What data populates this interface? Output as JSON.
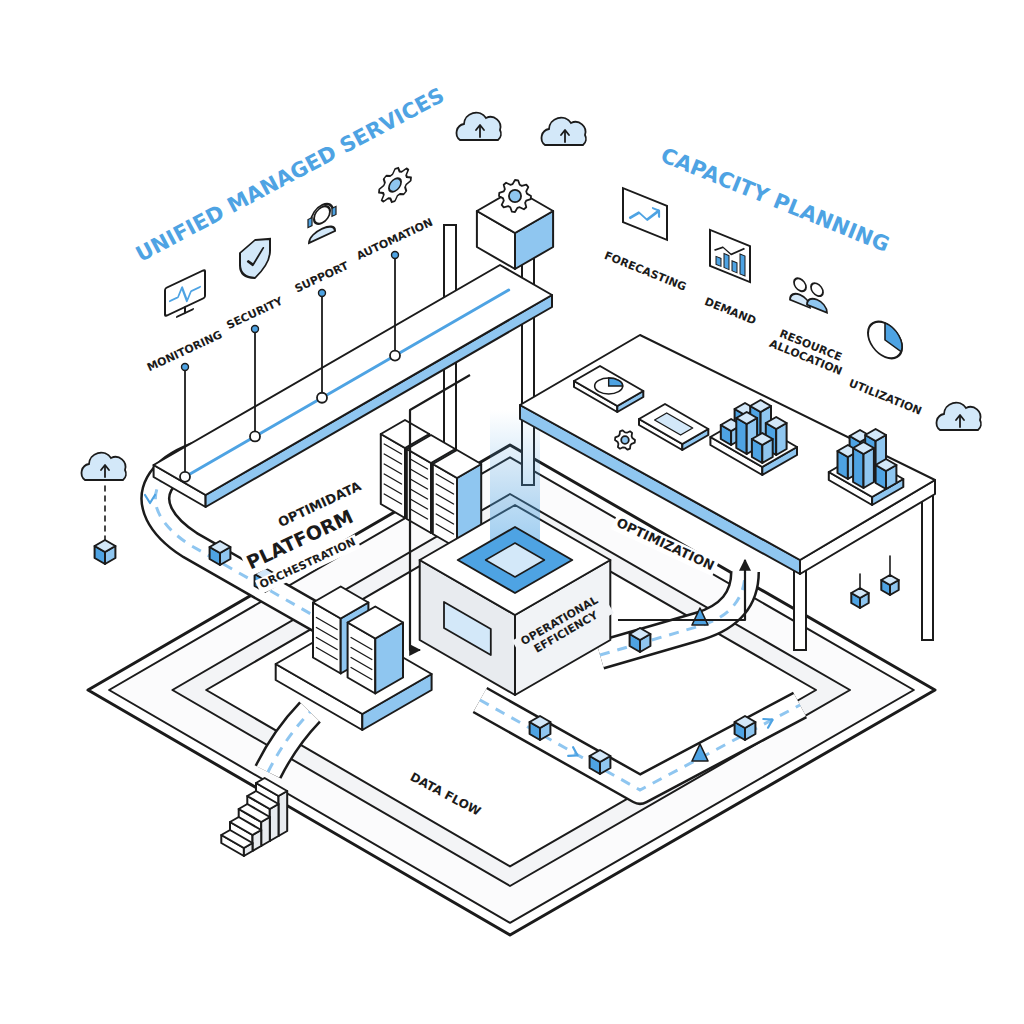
{
  "diagram": {
    "nodes": [
      {
        "text": [
          "UNIFIED MANAGED SERVICES"
        ]
      },
      {
        "text": [
          "CAPACITY PLANNING"
        ]
      },
      {
        "text": [
          "OPERATIONAL EFFICIENCY"
        ]
      }
    ],
    "edges": [
      {
        "from": 0,
        "to": 2,
        "arrow": "to"
      },
      {
        "from": 2,
        "to": 1,
        "label": "OPTIMIZATION",
        "arrow": "to"
      }
    ],
    "labels": [
      "MONITORING",
      "SECURITY",
      "SUPPORT",
      "AUTOMATION",
      "FORECASTING",
      "DEMAND",
      "RESOURCE ALLOCATION",
      "UTILIZATION",
      "OPTIMIDATA",
      "PLATFORM",
      "ORCHESTRATION",
      "DATA FLOW"
    ]
  }
}
